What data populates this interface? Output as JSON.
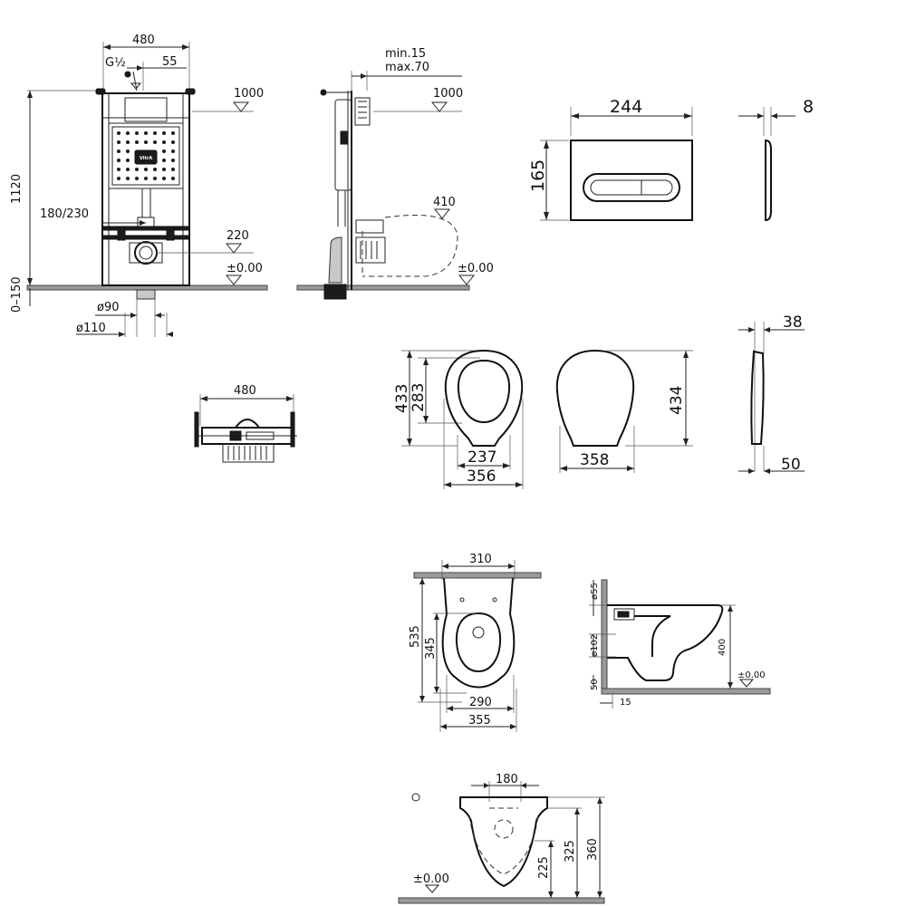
{
  "frame_front": {
    "width": "480",
    "offset": "55",
    "inlet": "G½",
    "height": "1120",
    "adjust": "0–150",
    "drain_spacing": "180/230",
    "level_top": "1000",
    "level_drain": "220",
    "level_zero": "±0.00",
    "pipe_small": "ø90",
    "pipe_large": "ø110",
    "logo": "VitrA"
  },
  "frame_side": {
    "wall_min": "min.15",
    "wall_max": "max.70",
    "level_top": "1000",
    "level_seat": "410",
    "level_zero": "±0.00"
  },
  "frame_top": {
    "width": "480"
  },
  "plate": {
    "width": "244",
    "height": "165",
    "depth": "8"
  },
  "seat": {
    "height_outer": "433",
    "height_inner": "283",
    "width_inner": "237",
    "width_outer": "356",
    "cover_width": "358",
    "cover_height": "434",
    "side_top": "38",
    "side_bottom": "50"
  },
  "bowl_top": {
    "top_width": "310",
    "length": "535",
    "inner_length": "345",
    "inner_width": "290",
    "outer_width": "355"
  },
  "bowl_side": {
    "dia_top": "ø55",
    "dia_outlet": "ø102",
    "base": "50",
    "wall": "15",
    "height": "400",
    "level_zero": "±0.00"
  },
  "bowl_front": {
    "width": "180",
    "h1": "225",
    "h2": "325",
    "h3": "360",
    "level_zero": "±0.00"
  }
}
